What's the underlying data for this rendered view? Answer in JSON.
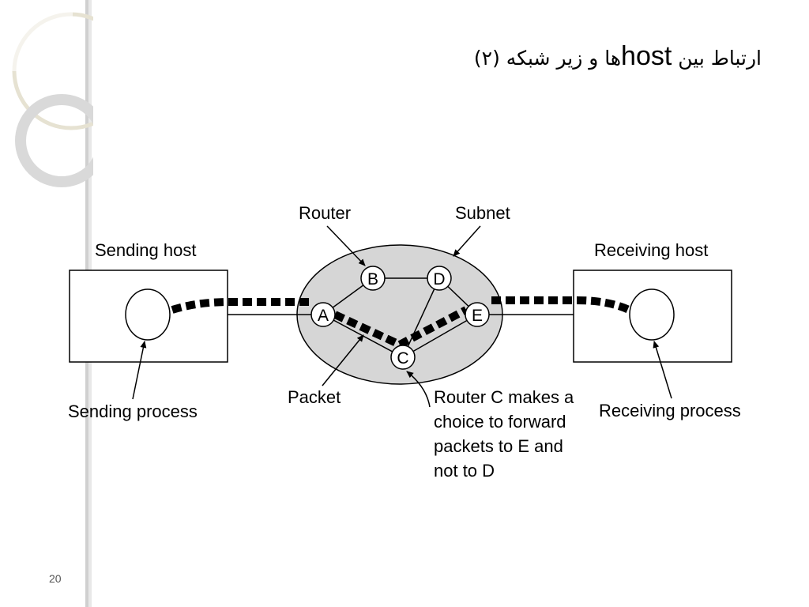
{
  "slide": {
    "title_pre": "ارتباط بین ",
    "title_latin": "host",
    "title_post": "ها و زیر شبکه (۲)",
    "page_number": "20"
  },
  "diagram": {
    "labels": {
      "router": "Router",
      "subnet": "Subnet",
      "sending_host": "Sending host",
      "receiving_host": "Receiving host",
      "sending_process": "Sending process",
      "receiving_process": "Receiving process",
      "packet": "Packet",
      "router_c_note": [
        "Router C makes a",
        "choice to forward",
        "packets to E and",
        "not to D"
      ]
    },
    "nodes": {
      "a": "A",
      "b": "B",
      "c": "C",
      "d": "D",
      "e": "E"
    }
  }
}
